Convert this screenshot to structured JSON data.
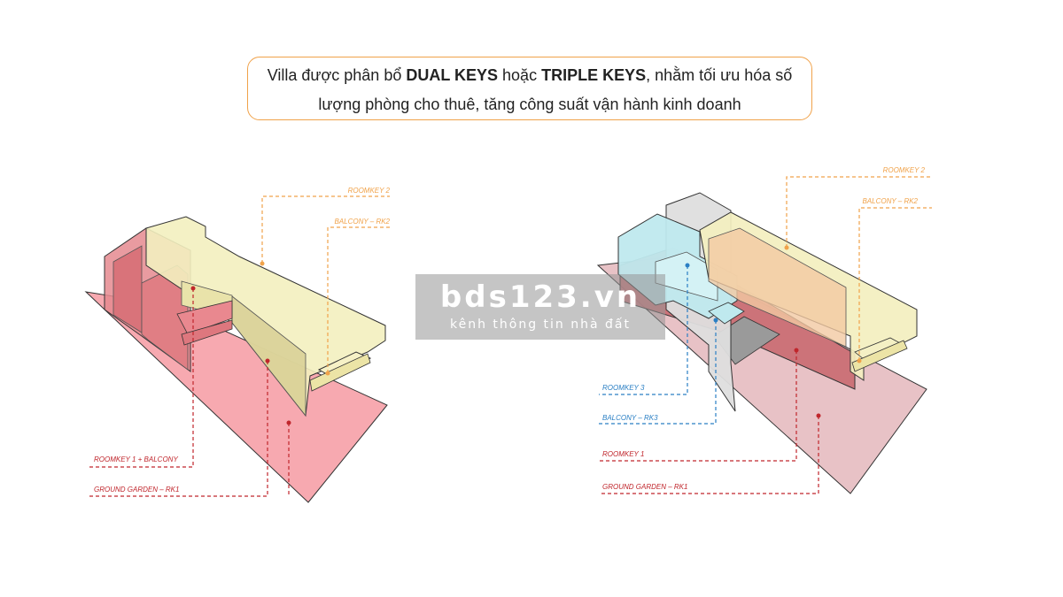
{
  "caption": {
    "part1": "Villa được phân bổ ",
    "dual": "DUAL KEYS",
    "part2": " hoặc ",
    "triple": "TRIPLE KEYS",
    "part3": ", nhằm tối ưu hóa số",
    "line2": "lượng phòng cho thuê, tăng công suất vận hành kinh doanh"
  },
  "left_diagram": {
    "roomkey2": "ROOMKEY 2",
    "balcony_rk2": "BALCONY – RK2",
    "roomkey1_balcony": "ROOMKEY 1 + BALCONY",
    "ground_garden": "GROUND GARDEN – RK1"
  },
  "right_diagram": {
    "roomkey2": "ROOMKEY 2",
    "balcony_rk2": "BALCONY – RK2",
    "roomkey3": "ROOMKEY 3",
    "balcony_rk3": "BALCONY – RK3",
    "roomkey1": "ROOMKEY 1",
    "ground_garden": "GROUND GARDEN – RK1"
  },
  "watermark": {
    "main": "bds123.vn",
    "sub": "kênh thông tin nhà đất"
  },
  "colors": {
    "orange": "#f0a24a",
    "red": "#c0262c",
    "blue": "#2a7fc4",
    "pink": "#f4a6ad",
    "yellow": "#f4f1c2",
    "cyan": "#bfe9ee"
  }
}
